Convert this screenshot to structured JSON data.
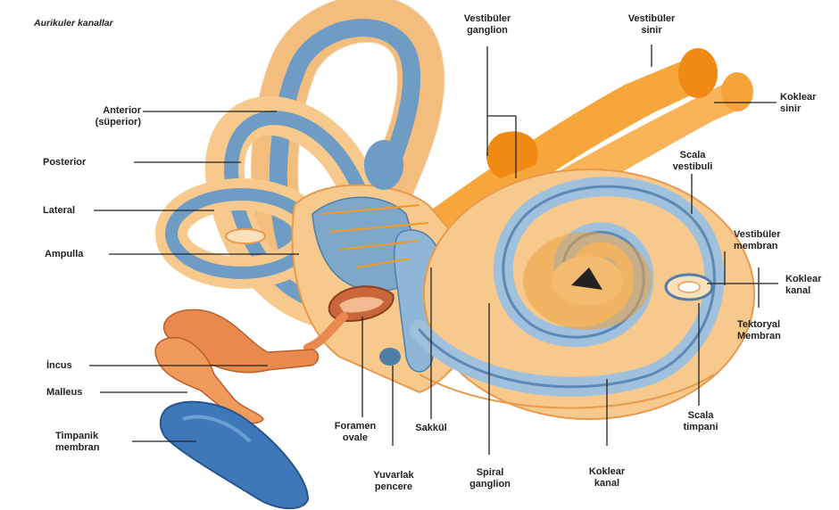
{
  "title": "Aurikuler kanallar",
  "labels": {
    "anterior": [
      "Anterior",
      "(süperior)"
    ],
    "posterior": "Posterior",
    "lateral": "Lateral",
    "ampulla": "Ampulla",
    "incus": "İncus",
    "malleus": "Malleus",
    "timpanik": [
      "Timpanik",
      "membran"
    ],
    "foramen": [
      "Foramen",
      "ovale"
    ],
    "yuvarlak": [
      "Yuvarlak",
      "pencere"
    ],
    "sakkul": "Sakkül",
    "spiral": [
      "Spiral",
      "ganglion"
    ],
    "koklear_kanal_bottom": [
      "Koklear",
      "kanal"
    ],
    "scala_timpani": [
      "Scala",
      "timpani"
    ],
    "vestibuler_ganglion": [
      "Vestibüler",
      "ganglion"
    ],
    "vestibuler_sinir": [
      "Vestibüler",
      "sinir"
    ],
    "koklear_sinir": [
      "Koklear",
      "sinir"
    ],
    "scala_vestibuli": [
      "Scala",
      "vestibuli"
    ],
    "vestibuler_membran": [
      "Vestibüler",
      "membran"
    ],
    "koklear_kanal_right": [
      "Koklear",
      "kanal"
    ],
    "tektoryal": [
      "Tektoryal",
      "Membran"
    ]
  },
  "colors": {
    "bony": "#f7c98d",
    "bony_edge": "#e79a4e",
    "membrane": "#7ea7c9",
    "membrane_dark": "#4f7fa8",
    "nerve": "#f59a1f",
    "ossicle": "#e9894e",
    "tympanic": "#3f78b8"
  }
}
